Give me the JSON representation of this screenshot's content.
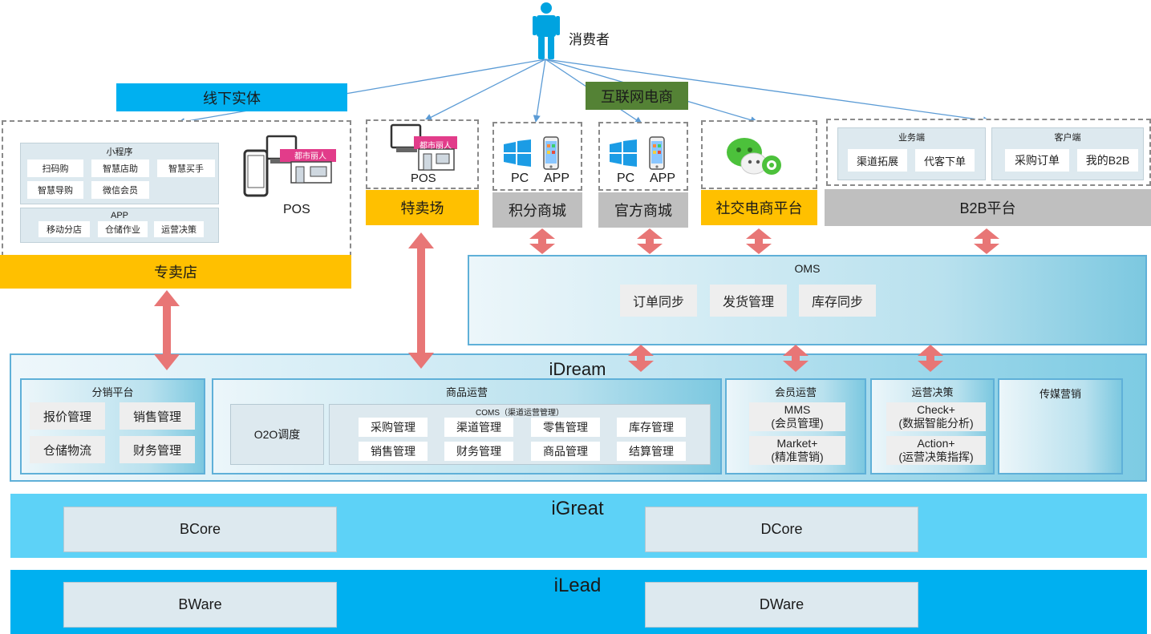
{
  "consumer": {
    "label": "消费者"
  },
  "channels": {
    "offline": "线下实体",
    "internet": "互联网电商"
  },
  "zhuanmai": {
    "miniprogram_title": "小程序",
    "miniprogram_items": [
      "扫码购",
      "智慧店助",
      "智慧买手",
      "智慧导购",
      "微信会员"
    ],
    "app_title": "APP",
    "app_items": [
      "移动分店",
      "仓储作业",
      "运营决策"
    ],
    "pos_label": "POS",
    "store_sign": "都市丽人",
    "footer": "专卖店"
  },
  "temaichang": {
    "pos_label": "POS",
    "store_sign": "都市丽人",
    "footer": "特卖场"
  },
  "jifen": {
    "pc": "PC",
    "app": "APP",
    "footer": "积分商城"
  },
  "guanfang": {
    "pc": "PC",
    "app": "APP",
    "footer": "官方商城"
  },
  "social": {
    "footer": "社交电商平台"
  },
  "b2b": {
    "biz_title": "业务端",
    "biz_items": [
      "渠道拓展",
      "代客下单"
    ],
    "cust_title": "客户端",
    "cust_items": [
      "采购订单",
      "我的B2B"
    ],
    "footer": "B2B平台"
  },
  "oms": {
    "title": "OMS",
    "items": [
      "订单同步",
      "发货管理",
      "库存同步"
    ]
  },
  "idream": {
    "title": "iDream",
    "fenxiao": {
      "title": "分销平台",
      "items": [
        "报价管理",
        "销售管理",
        "仓储物流",
        "财务管理"
      ]
    },
    "shangpin": {
      "title": "商品运营",
      "o2o": "O2O调度",
      "coms_title": "COMS（渠道运营管理）",
      "coms_items": [
        "采购管理",
        "渠道管理",
        "零售管理",
        "库存管理",
        "销售管理",
        "财务管理",
        "商品管理",
        "结算管理"
      ]
    },
    "huiyuan": {
      "title": "会员运营",
      "mms": "MMS",
      "mms_sub": "(会员管理)",
      "market": "Market+",
      "market_sub": "(精准营销)"
    },
    "yunying": {
      "title": "运营决策",
      "check": "Check+",
      "check_sub": "(数据智能分析)",
      "action": "Action+",
      "action_sub": "(运营决策指挥)"
    },
    "media": {
      "title": "传媒营销"
    }
  },
  "igreat": {
    "title": "iGreat",
    "left": "BCore",
    "right": "DCore"
  },
  "ilead": {
    "title": "iLead",
    "left": "BWare",
    "right": "DWare"
  },
  "colors": {
    "yellow": "#ffc000",
    "gray": "#bfbfbf",
    "offline_banner": "#00b0f0",
    "internet_banner": "#548235",
    "igreat_band": "#5dd2f7",
    "ilead_band": "#00b0f0",
    "arrow": "#e87676",
    "connector": "#5b9bd5"
  }
}
